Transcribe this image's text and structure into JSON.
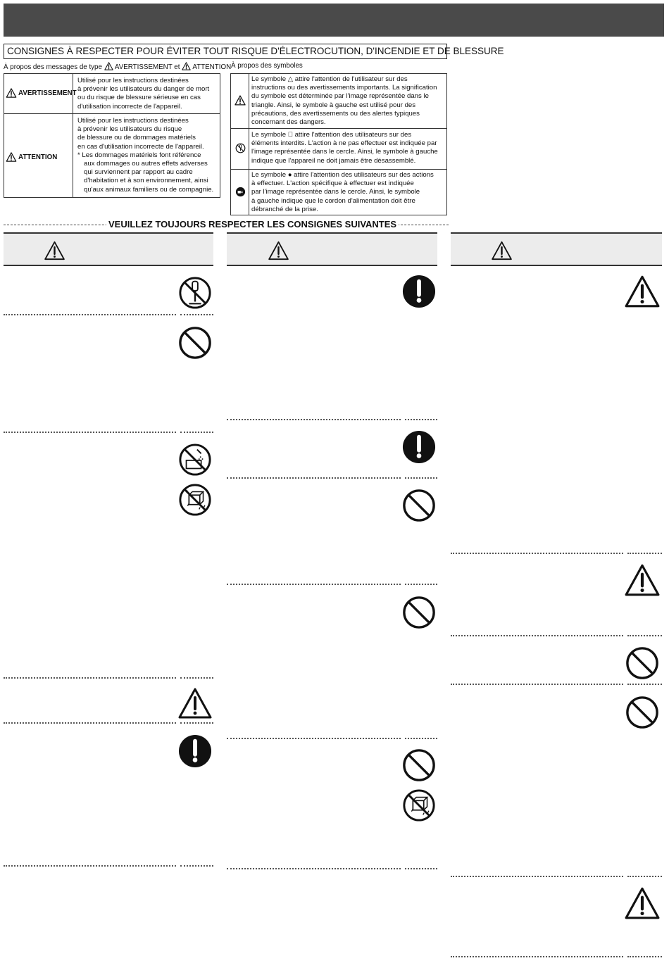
{
  "header": {
    "main_title": "CONSIGNES À RESPECTER POUR ÉVITER TOUT RISQUE D'ÉLECTROCUTION, D'INCENDIE ET DE BLESSURE",
    "messages_heading_a": "À propos des messages de type",
    "messages_heading_b": "AVERTISSEMENT et",
    "messages_heading_c": "ATTENTION",
    "symbols_heading": "À propos des symboles"
  },
  "messages_table": [
    {
      "label": "AVERTISSEMENT",
      "lines": [
        "Utilisé pour les instructions destinées",
        "à prévenir les utilisateurs du danger de mort",
        "ou du risque de blessure sérieuse en cas",
        "d'utilisation incorrecte de l'appareil."
      ]
    },
    {
      "label": "ATTENTION",
      "lines": [
        "Utilisé pour les instructions destinées",
        "à prévenir les utilisateurs du risque",
        "de blessure ou de dommages matériels",
        "en cas d'utilisation incorrecte de l'appareil.",
        "* Les dommages matériels font référence",
        "aux dommages ou autres effets adverses",
        "qui surviennent par rapport au cadre",
        "d'habitation et à son environnement, ainsi",
        "qu'aux animaux familiers ou de compagnie."
      ]
    }
  ],
  "symbols_table": [
    {
      "lines": [
        "Le symbole △ attire l'attention de l'utilisateur sur des",
        "instructions ou des avertissements importants. La signification",
        "du symbole est déterminée par l'image représentée dans le",
        "triangle. Ainsi, le symbole à gauche est utilisé pour des",
        "précautions, des avertissements ou des alertes typiques",
        "concernant des dangers."
      ]
    },
    {
      "lines": [
        "Le symbole ⃠ attire l'attention des utilisateurs sur des",
        "éléments interdits. L'action à ne pas effectuer est indiquée par",
        "l'image représentée dans le cercle. Ainsi, le symbole à gauche",
        "indique que l'appareil ne doit jamais être désassemblé."
      ]
    },
    {
      "lines": [
        "Le symbole ● attire l'attention des utilisateurs sur des actions",
        "à effectuer. L'action spécifique à effectuer est indiquée",
        "par l'image représentée dans le cercle. Ainsi, le symbole",
        "à gauche indique que le cordon d'alimentation doit être",
        "débranché de la prise."
      ]
    }
  ],
  "banner": {
    "text": "VEUILLEZ TOUJOURS RESPECTER LES CONSIGNES SUIVANTES"
  },
  "icons": [
    "warning-triangle-icon",
    "no-disassemble-icon",
    "prohibited-icon",
    "no-water-icon",
    "no-objects-icon",
    "mandatory-action-icon",
    "unplug-icon"
  ],
  "colors": {
    "header_bar": "#4a4a4a",
    "column_header": "#ececec",
    "icon_black": "#111111"
  }
}
